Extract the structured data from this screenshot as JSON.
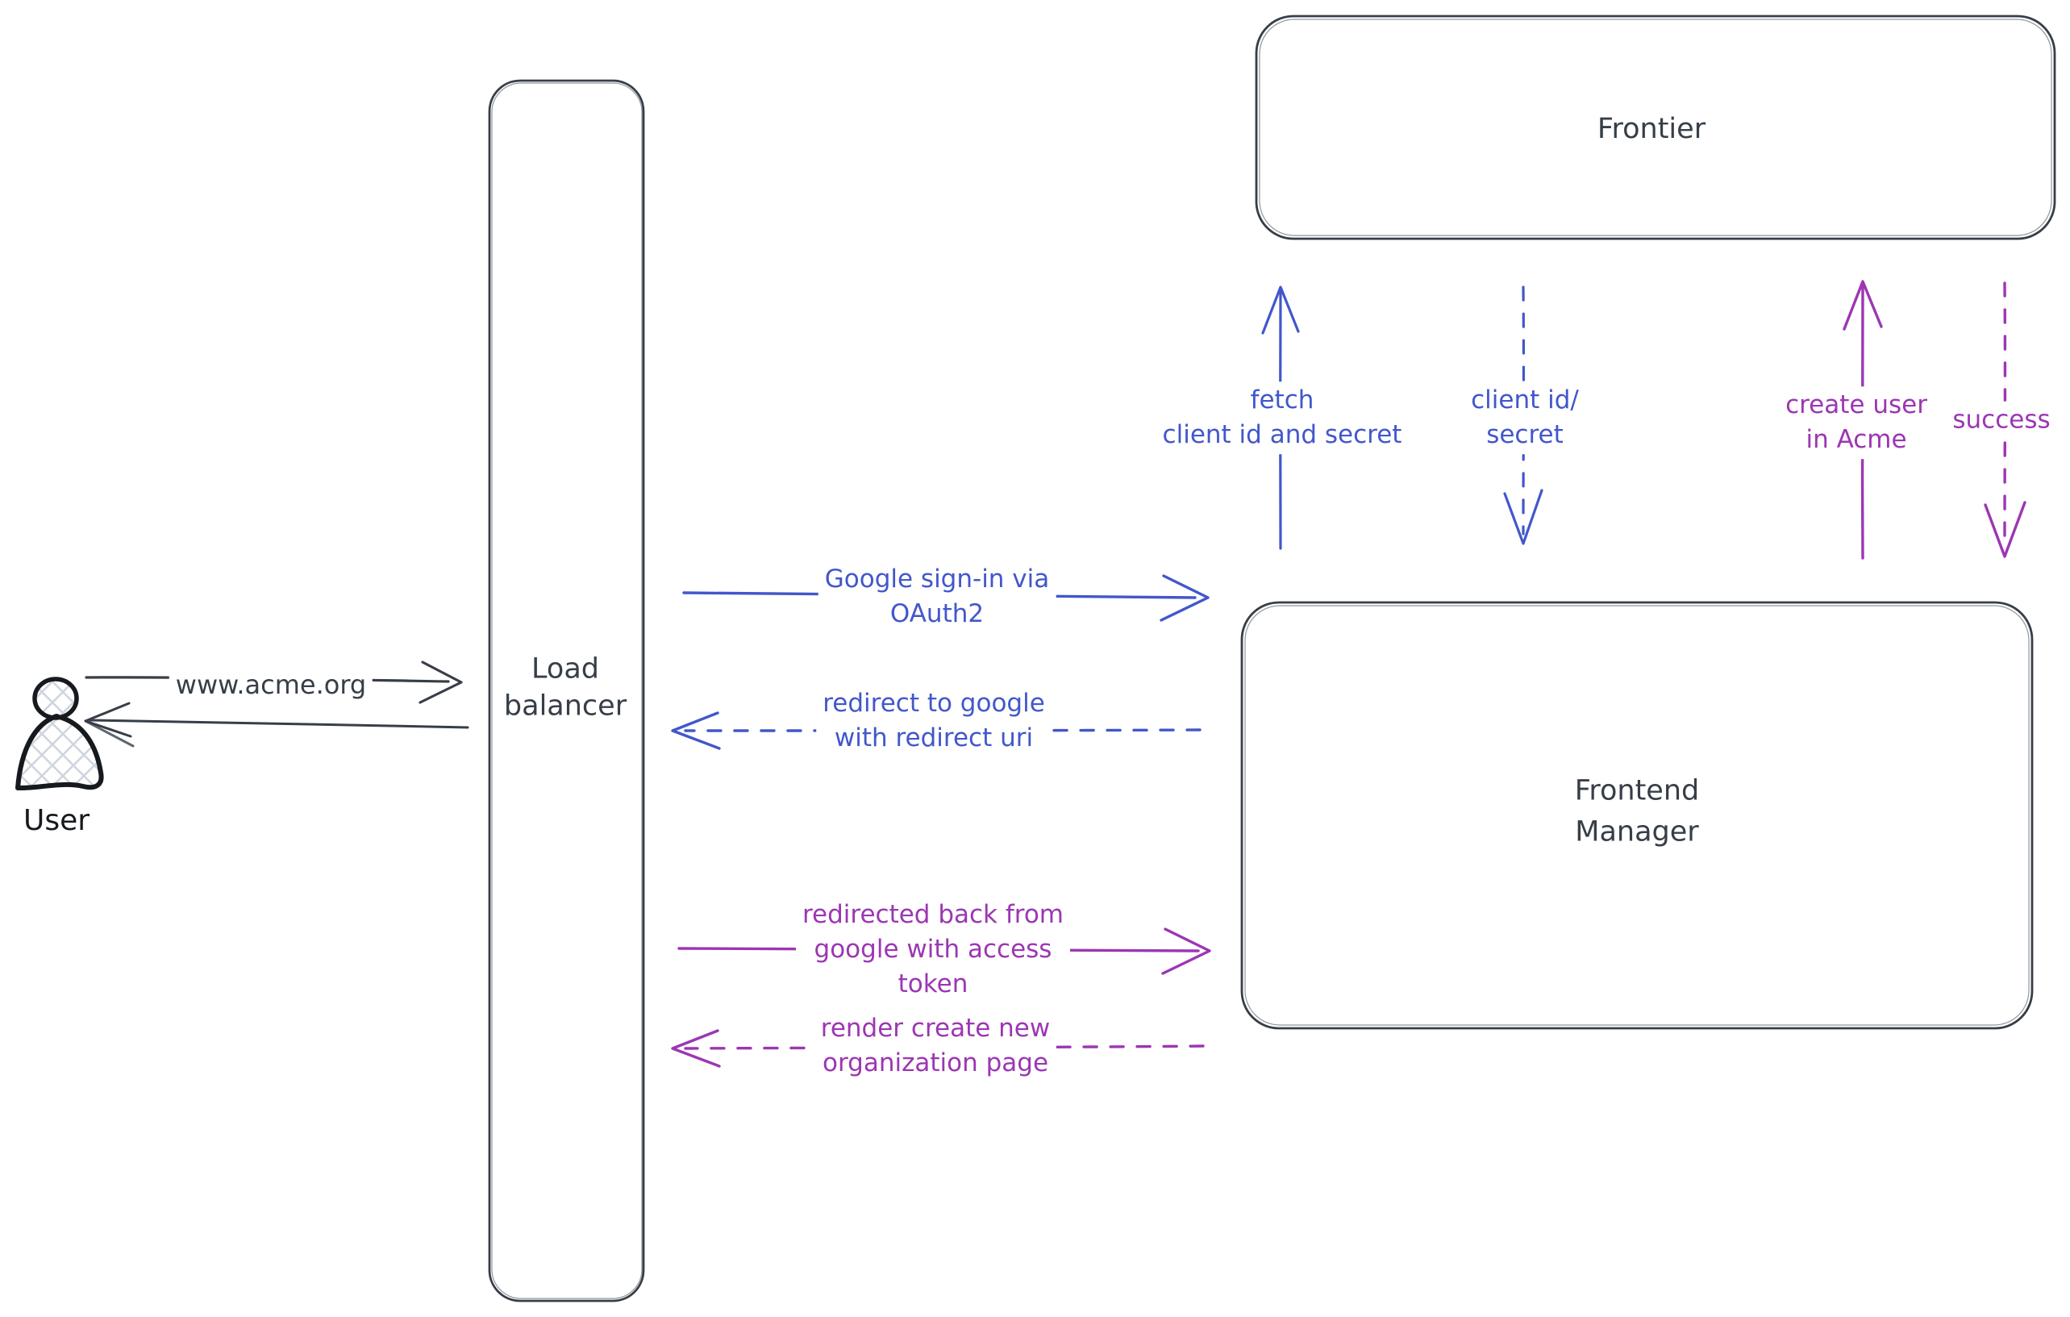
{
  "title": "OAuth sign-in flow diagram",
  "colors": {
    "ink": "#373e48",
    "black": "#16191d",
    "blue": "#4257cb",
    "purple": "#9c36b3",
    "hatch": "#cfd6df",
    "background": "#ffffff"
  },
  "nodes": {
    "user": {
      "label": "User"
    },
    "load_balancer": {
      "line1": "Load",
      "line2": "balancer"
    },
    "frontier": {
      "label": "Frontier"
    },
    "frontend_manager": {
      "line1": "Frontend",
      "line2": "Manager"
    }
  },
  "edges": {
    "www_acme": {
      "label": "www.acme.org",
      "style": "solid"
    },
    "return_to_user": {
      "label": "",
      "style": "solid"
    },
    "google_signin": {
      "line1": "Google sign-in via",
      "line2": "OAuth2",
      "style": "solid"
    },
    "redirect_google": {
      "line1": "redirect to google",
      "line2": "with redirect uri",
      "style": "dashed"
    },
    "fetch_client": {
      "line1": "fetch",
      "line2": "client id and secret",
      "style": "solid"
    },
    "client_id_secret": {
      "line1": "client id/",
      "line2": "secret",
      "style": "dashed"
    },
    "create_user": {
      "line1": "create user",
      "line2": "in Acme",
      "style": "solid"
    },
    "success": {
      "label": "success",
      "style": "dashed"
    },
    "redirected_back": {
      "line1": "redirected back from",
      "line2": "google with access",
      "line3": "token",
      "style": "solid"
    },
    "render_page": {
      "line1": "render create new",
      "line2": "organization page",
      "style": "dashed"
    }
  }
}
